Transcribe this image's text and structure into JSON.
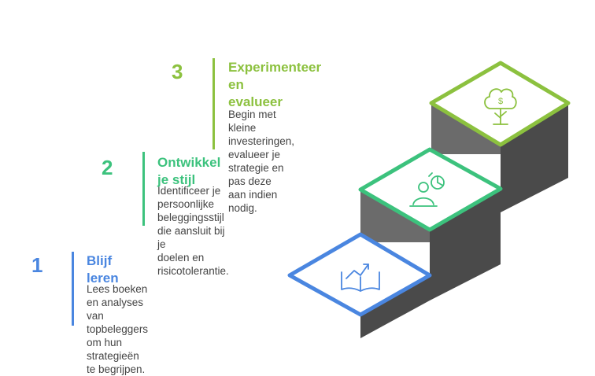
{
  "colors": {
    "step1": "#4a86e0",
    "step2": "#3cc27d",
    "step3": "#8cc13f",
    "riser_front": "#6b6b6b",
    "riser_side": "#4a4a4a",
    "tile_fill": "#ffffff"
  },
  "steps": [
    {
      "number": "1",
      "title": "Blijf leren",
      "description": "Lees boeken en analyses van\ntopbeleggers om hun strategieën\nte begrijpen.",
      "icon": "book-growth-icon"
    },
    {
      "number": "2",
      "title": "Ontwikkel je stijl",
      "description": "Identificeer je persoonlijke\nbeleggingsstijl die aansluit bij je\ndoelen en risicotolerantie.",
      "icon": "person-pie-chart-icon"
    },
    {
      "number": "3",
      "title": "Experimenteer en\nevalueer",
      "description": "Begin met kleine investeringen,\nevalueer je strategie en pas deze\naan indien nodig.",
      "icon": "money-tree-icon"
    }
  ]
}
